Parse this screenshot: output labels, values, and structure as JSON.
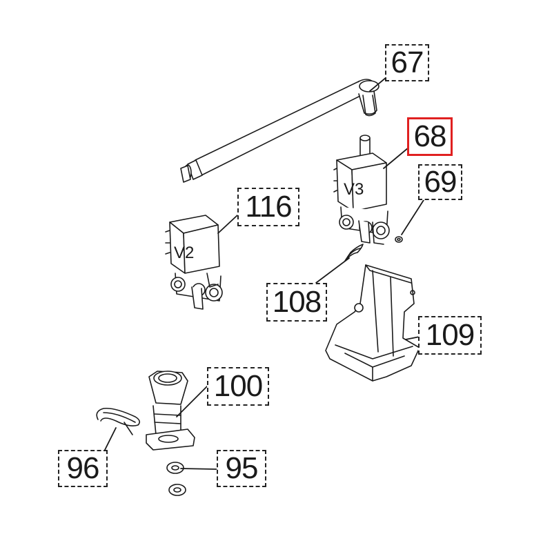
{
  "callouts": {
    "c67": "67",
    "c68": "68",
    "c69": "69",
    "c116": "116",
    "c108": "108",
    "c109": "109",
    "c100": "100",
    "c96": "96",
    "c95": "95"
  },
  "valve_labels": {
    "v3": "V3",
    "v2": "V2"
  },
  "colors": {
    "highlight": "#e02020",
    "line": "#1a1a1a"
  }
}
